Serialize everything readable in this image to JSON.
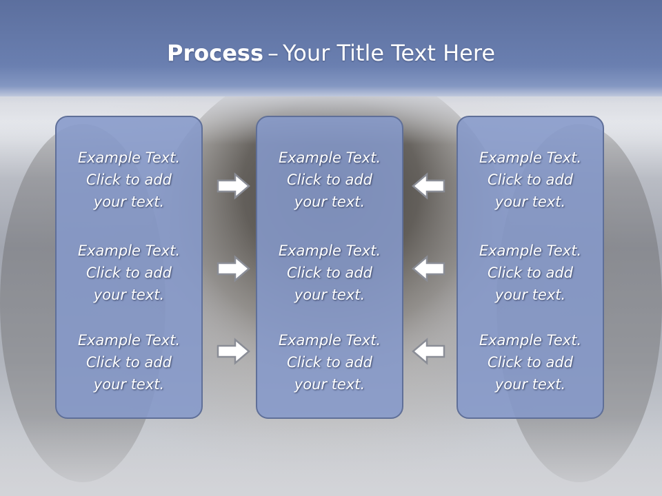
{
  "slide": {
    "title_bold": "Process",
    "title_dash": "–",
    "title_rest": "Your Title Text Here"
  },
  "panels": [
    {
      "blocks": [
        {
          "line1": "Example Text.",
          "line2": "Click  to add",
          "line3": "your text."
        },
        {
          "line1": "Example Text.",
          "line2": "Click  to add",
          "line3": "your text."
        },
        {
          "line1": "Example Text.",
          "line2": "Click  to add",
          "line3": "your text."
        }
      ]
    },
    {
      "blocks": [
        {
          "line1": "Example Text.",
          "line2": "Click  to add",
          "line3": "your text."
        },
        {
          "line1": "Example Text.",
          "line2": "Click  to add",
          "line3": "your text."
        },
        {
          "line1": "Example Text.",
          "line2": "Click  to add",
          "line3": "your text."
        }
      ]
    },
    {
      "blocks": [
        {
          "line1": "Example Text.",
          "line2": "Click  to add",
          "line3": "your text."
        },
        {
          "line1": "Example Text.",
          "line2": "Click  to add",
          "line3": "your text."
        },
        {
          "line1": "Example Text.",
          "line2": "Click  to add",
          "line3": "your text."
        }
      ]
    }
  ],
  "arrows": {
    "left_column": "arrow-right-icon",
    "right_column": "arrow-left-icon"
  },
  "colors": {
    "header_blue": "#6a7fb0",
    "panel_fill": "#8599ca",
    "panel_border": "#5f6f98",
    "text": "#ffffff"
  }
}
